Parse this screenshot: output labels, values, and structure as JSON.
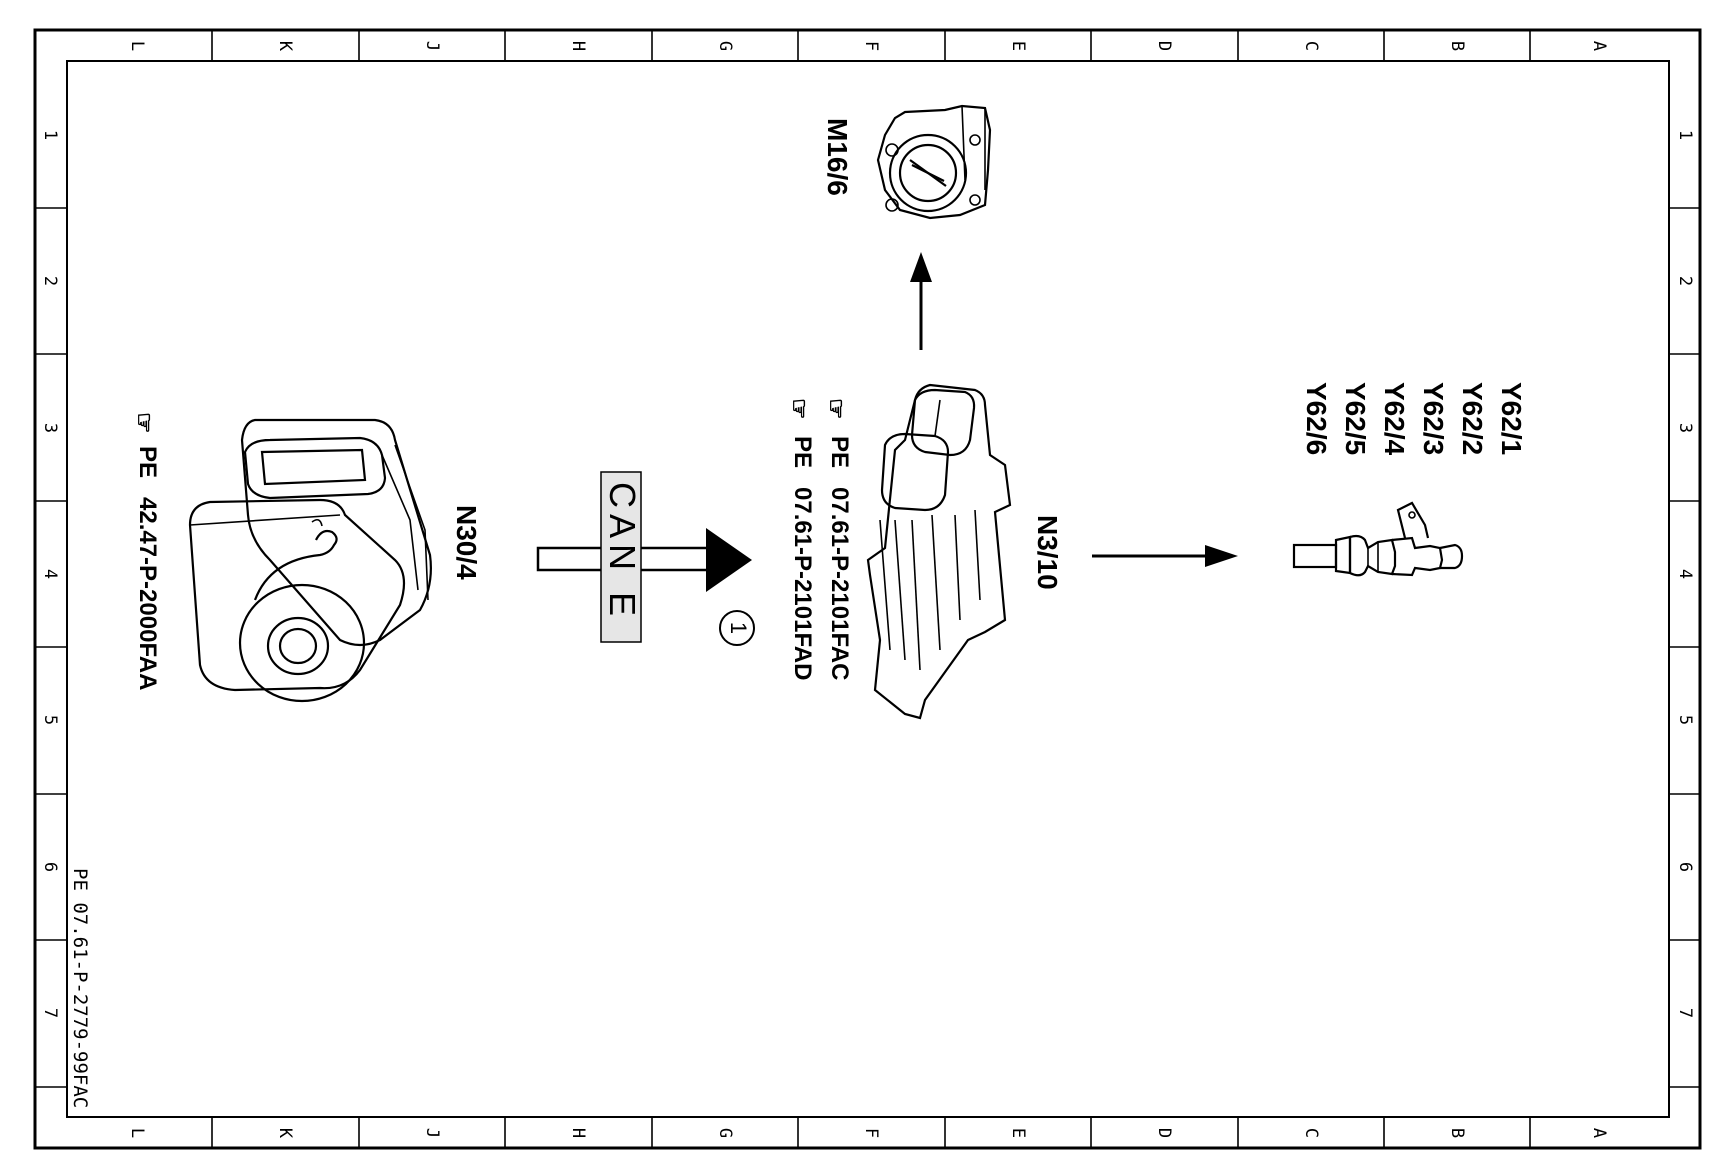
{
  "grid": {
    "letters": [
      "L",
      "K",
      "J",
      "H",
      "G",
      "F",
      "E",
      "D",
      "C",
      "B",
      "A"
    ],
    "numbers": [
      "1",
      "2",
      "3",
      "4",
      "5",
      "6",
      "7"
    ]
  },
  "document_ref": "PE 07.61-P-2779-99FAC",
  "components": {
    "abs_unit": {
      "code": "N30/4",
      "ref_prefix": "PE",
      "ref": "42.47-P-2000FAA"
    },
    "ecu": {
      "code": "N3/10",
      "refs": [
        {
          "prefix": "PE",
          "ref": "07.61-P-2101FAC"
        },
        {
          "prefix": "PE",
          "ref": "07.61-P-2101FAD"
        }
      ]
    },
    "throttle": {
      "code": "M16/6"
    },
    "injectors": {
      "codes": [
        "Y62/1",
        "Y62/2",
        "Y62/3",
        "Y62/4",
        "Y62/5",
        "Y62/6"
      ]
    }
  },
  "bus": {
    "label": "CAN E",
    "marker": "1"
  },
  "colors": {
    "ink": "#000000",
    "paper": "#ffffff",
    "can_box": "#e6e6e6"
  },
  "icons": [
    "hand-pointer-icon"
  ]
}
